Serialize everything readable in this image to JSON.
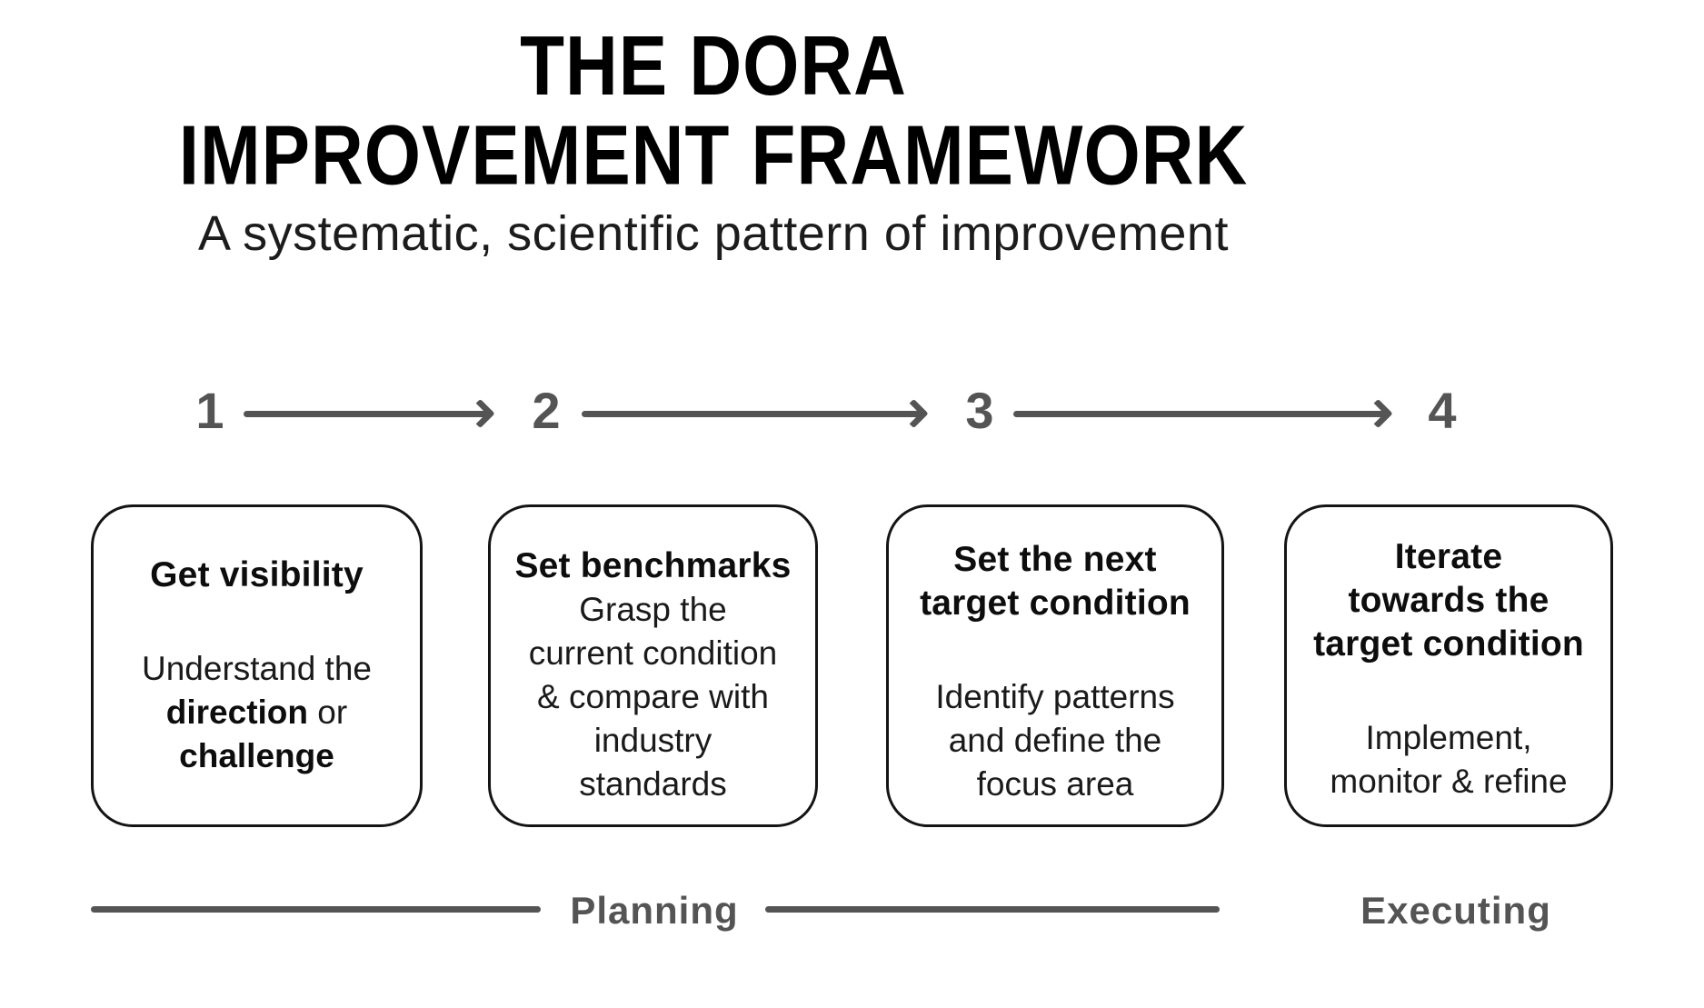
{
  "title": {
    "line1": "THE DORA",
    "line2": "IMPROVEMENT FRAMEWORK"
  },
  "subtitle": "A systematic, scientific pattern of improvement",
  "flow": {
    "numbers": [
      "1",
      "2",
      "3",
      "4"
    ]
  },
  "steps": [
    {
      "number": "1",
      "heading_lines": [
        "Get visibility"
      ],
      "gap_after_heading": true,
      "body_lines": [
        [
          {
            "text": "Understand the",
            "bold": false
          }
        ],
        [
          {
            "text": "direction",
            "bold": true
          },
          {
            "text": " or",
            "bold": false
          }
        ],
        [
          {
            "text": "challenge",
            "bold": true
          }
        ]
      ]
    },
    {
      "number": "2",
      "heading_lines": [
        "Set benchmarks"
      ],
      "gap_after_heading": false,
      "body_lines": [
        [
          {
            "text": "Grasp the",
            "bold": false
          }
        ],
        [
          {
            "text": "current condition",
            "bold": false
          }
        ],
        [
          {
            "text": "& compare with",
            "bold": false
          }
        ],
        [
          {
            "text": "industry",
            "bold": false
          }
        ],
        [
          {
            "text": "standards",
            "bold": false
          }
        ]
      ]
    },
    {
      "number": "3",
      "heading_lines": [
        "Set the next",
        "target condition"
      ],
      "gap_after_heading": true,
      "body_lines": [
        [
          {
            "text": "Identify patterns",
            "bold": false
          }
        ],
        [
          {
            "text": "and define the",
            "bold": false
          }
        ],
        [
          {
            "text": "focus area",
            "bold": false
          }
        ]
      ]
    },
    {
      "number": "4",
      "heading_lines": [
        "Iterate",
        "towards the",
        "target condition"
      ],
      "gap_after_heading": true,
      "body_lines": [
        [
          {
            "text": "Implement,",
            "bold": false
          }
        ],
        [
          {
            "text": "monitor & refine",
            "bold": false
          }
        ]
      ]
    }
  ],
  "phases": [
    {
      "label": "Planning"
    },
    {
      "label": "Executing"
    }
  ],
  "colors": {
    "background": "#ffffff",
    "text_black": "#0d0d0d",
    "accent_gray": "#545454",
    "card_border": "#141414"
  }
}
